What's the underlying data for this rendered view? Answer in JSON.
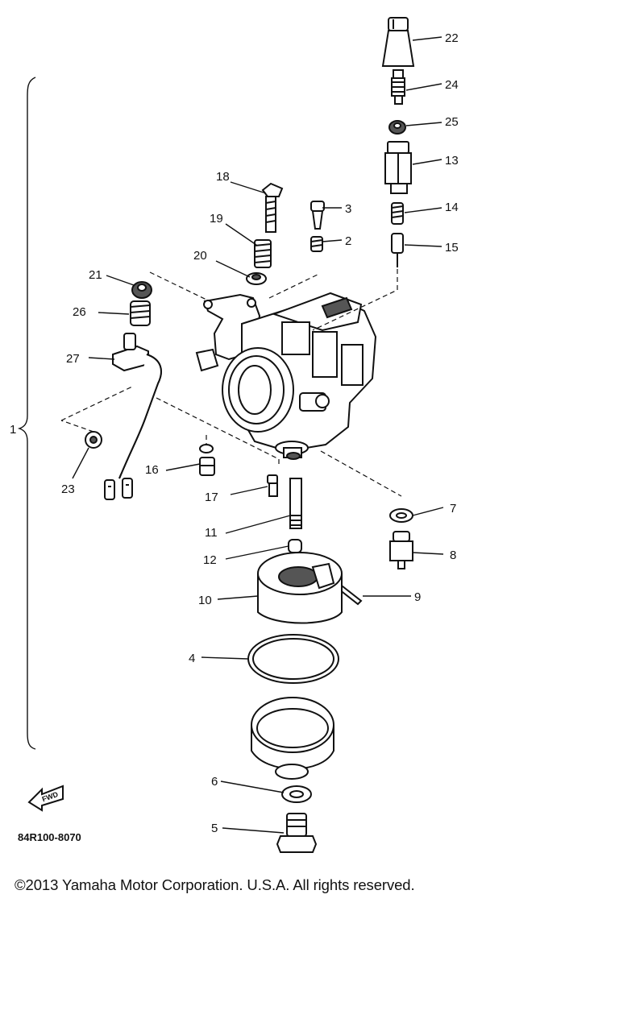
{
  "diagram": {
    "callouts": {
      "p1": "1",
      "p2": "2",
      "p3": "3",
      "p4": "4",
      "p5": "5",
      "p6": "6",
      "p7": "7",
      "p8": "8",
      "p9": "9",
      "p10": "10",
      "p11": "11",
      "p12": "12",
      "p13": "13",
      "p14": "14",
      "p15": "15",
      "p16": "16",
      "p17": "17",
      "p18": "18",
      "p19": "19",
      "p20": "20",
      "p21": "21",
      "p22": "22",
      "p23": "23",
      "p24": "24",
      "p25": "25",
      "p26": "26",
      "p27": "27"
    },
    "fwd_label": "FWD",
    "drawing_code": "84R100-8070"
  },
  "footer": {
    "copyright": "©2013 Yamaha Motor Corporation. U.S.A. All rights reserved."
  }
}
